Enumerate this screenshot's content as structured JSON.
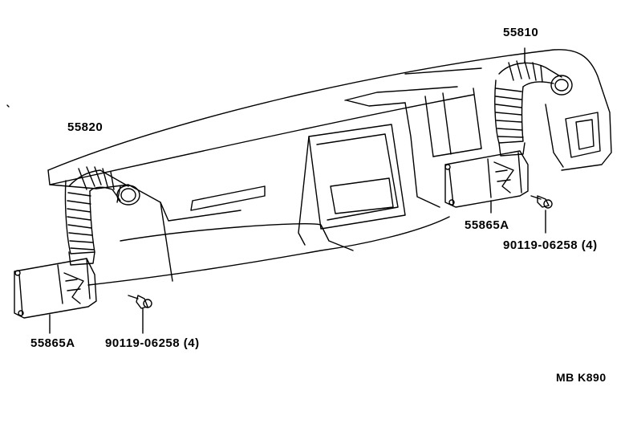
{
  "diagram": {
    "labels": {
      "duct_right_part": "55810",
      "duct_left_part": "55820",
      "bracket_right_part": "55865A",
      "bracket_left_part": "55865A",
      "screw_right_part": "90119-06258 (4)",
      "screw_left_part": "90119-06258 (4)",
      "catalog_code": "MB  K890"
    },
    "ink_color": "#000000",
    "background_color": "#ffffff"
  }
}
